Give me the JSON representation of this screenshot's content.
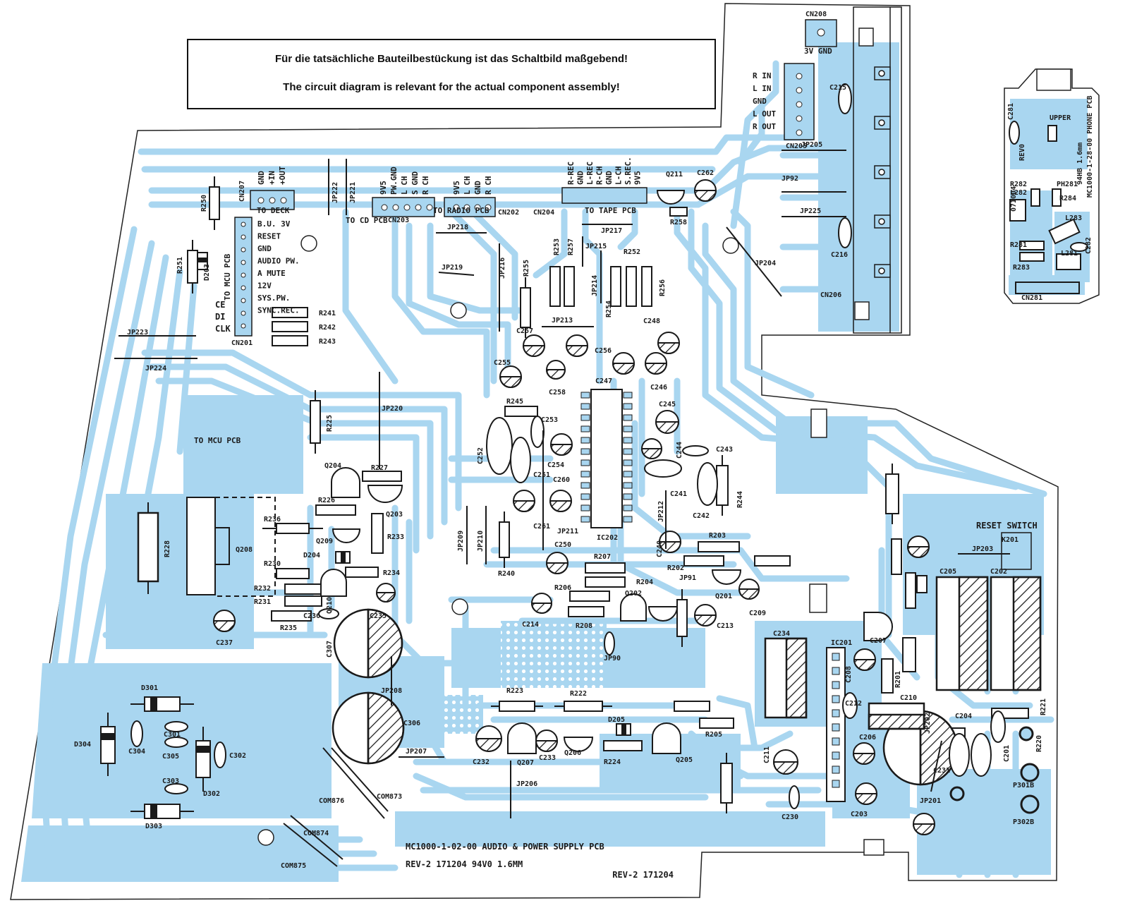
{
  "notice": {
    "line_de": "Für die tatsächliche Bauteilbestückung ist das Schaltbild maßgebend!",
    "line_en": "The circuit diagram is relevant for the actual component assembly!"
  },
  "colors": {
    "copper": "#a9d6f0",
    "silkscreen": "#1a1a1a",
    "board": "#ffffff"
  },
  "main_board": {
    "title_line1": "MC1000-1-02-00 AUDIO & POWER SUPPLY PCB",
    "title_line2": "REV-2 171204 94V0 1.6MM",
    "mirror_text": "REV-2 171204",
    "connector_labels": {
      "cn207": [
        "GND",
        "+IN",
        "+OUT"
      ],
      "cn203": [
        "9V5",
        "PW.GND",
        "L CH",
        "S GND",
        "R CH"
      ],
      "cn202": [
        "9V5",
        "L CH",
        "GND",
        "R CH"
      ],
      "cn204": [
        "R-REC",
        "GND",
        "L-REC",
        "R-CH",
        "GND",
        "L-CH",
        "S.REC.",
        "9V5"
      ],
      "cn205": [
        "R IN",
        "L IN",
        "GND",
        "L OUT",
        "R OUT"
      ],
      "cn201": [
        "B.U. 3V",
        "RESET",
        "GND",
        "AUDIO PW.",
        "A MUTE",
        "12V",
        "SYS.PW.",
        "SYNC.REC."
      ],
      "cn201_left": [
        "CE",
        "DI",
        "CLK"
      ]
    },
    "texts": {
      "to_deck": "TO DECK",
      "to_cd": "TO CD PCB",
      "to_radio": "TO RADIO PCB",
      "to_tape": "TO TAPE PCB",
      "to_mcu_vertical": "TO MCU PCB",
      "to_mcu": "TO MCU PCB",
      "gnd_3v": "3V GND",
      "reset_switch": "RESET SWITCH"
    },
    "designators": [
      "CN207",
      "CN203",
      "CN202",
      "CN204",
      "CN201",
      "CN205",
      "CN206",
      "CN208",
      "JP222",
      "JP221",
      "JP218",
      "JP217",
      "JP219",
      "JP216",
      "JP215",
      "JP214",
      "JP213",
      "JP223",
      "JP224",
      "JP220",
      "JP205",
      "JP92",
      "JP225",
      "JP204",
      "JP209",
      "JP210",
      "JP211",
      "JP212",
      "JP203",
      "JP202",
      "JP201",
      "JP208",
      "JP207",
      "JP206",
      "JP91",
      "JP90",
      "Q211",
      "Q204",
      "Q203",
      "Q209",
      "Q208",
      "Q210",
      "Q202",
      "Q201",
      "Q207",
      "Q206",
      "Q205",
      "C262",
      "C215",
      "C216",
      "C257",
      "C256",
      "C258",
      "C255",
      "C248",
      "C246",
      "C247",
      "C253",
      "C254",
      "C252",
      "C251",
      "C260",
      "C245",
      "C244",
      "C243",
      "C241",
      "C242",
      "C261",
      "C250",
      "C240",
      "C214",
      "C213",
      "C209",
      "C235",
      "C236",
      "C237",
      "C307",
      "C306",
      "C301",
      "C304",
      "C305",
      "C302",
      "C303",
      "C232",
      "C233",
      "C211",
      "C230",
      "C234",
      "C207",
      "C208",
      "C212",
      "C210",
      "C206",
      "C203",
      "C205",
      "C202",
      "C204",
      "C201",
      "C231",
      "R250",
      "R251",
      "R241",
      "R242",
      "R243",
      "R225",
      "R227",
      "R226",
      "R236",
      "R233",
      "R228",
      "R230",
      "R234",
      "R232",
      "R231",
      "R235",
      "R245",
      "R255",
      "R253",
      "R257",
      "R252",
      "R254",
      "R256",
      "R258",
      "R244",
      "R203",
      "R202",
      "R207",
      "R206",
      "R204",
      "R208",
      "R240",
      "R223",
      "R222",
      "R224",
      "R205",
      "R201",
      "R221",
      "R220",
      "D203",
      "D204",
      "D205",
      "D301",
      "D302",
      "D303",
      "D304",
      "IC202",
      "IC201",
      "K201",
      "P301B",
      "P302B",
      "COM876",
      "COM873",
      "COM874",
      "COM875"
    ]
  },
  "phone_board": {
    "title": "MC1000-1-28-00 PHONE PCB",
    "spec": "94HB 1.6mm",
    "rev": "REV0",
    "date": "071004",
    "upper": "UPPER",
    "designators": [
      "C281",
      "R282",
      "L282",
      "PH281",
      "R284",
      "L283",
      "C282",
      "R281",
      "L281",
      "R283",
      "CN281"
    ]
  }
}
